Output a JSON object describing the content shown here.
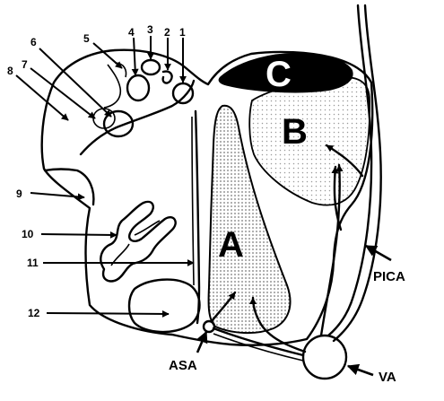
{
  "labels": {
    "region_a": "A",
    "region_b": "B",
    "region_c": "C",
    "pica": "PICA",
    "asa": "ASA",
    "va": "VA",
    "n1": "1",
    "n2": "2",
    "n3": "3",
    "n4": "4",
    "n5": "5",
    "n6": "6",
    "n7": "7",
    "n8": "8",
    "n9": "9",
    "n10": "10",
    "n11": "11",
    "n12": "12"
  },
  "colors": {
    "ink": "#000000",
    "paper": "#ffffff",
    "stipple": "#9a9a9a"
  }
}
